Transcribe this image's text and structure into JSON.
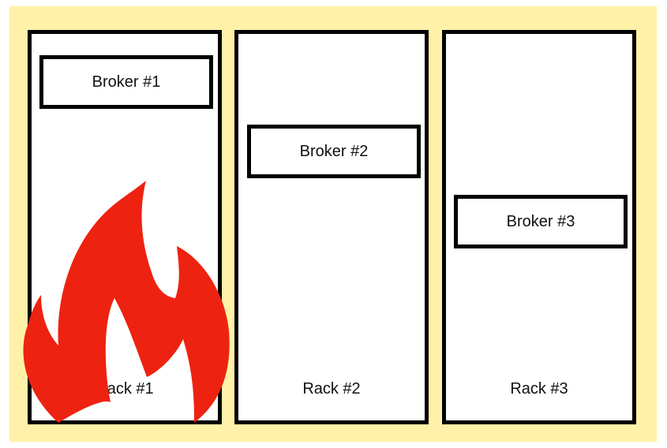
{
  "colors": {
    "background_frame": "#fff1a8",
    "rack_border": "#000000",
    "fire": "#ee2211"
  },
  "brokers": [
    {
      "label": "Broker #1"
    },
    {
      "label": "Broker #2"
    },
    {
      "label": "Broker #3"
    }
  ],
  "racks": [
    {
      "label": "Rack #1"
    },
    {
      "label": "Rack #2"
    },
    {
      "label": "Rack #3"
    }
  ],
  "icons": {
    "rack_1_overlay": "fire-icon"
  }
}
